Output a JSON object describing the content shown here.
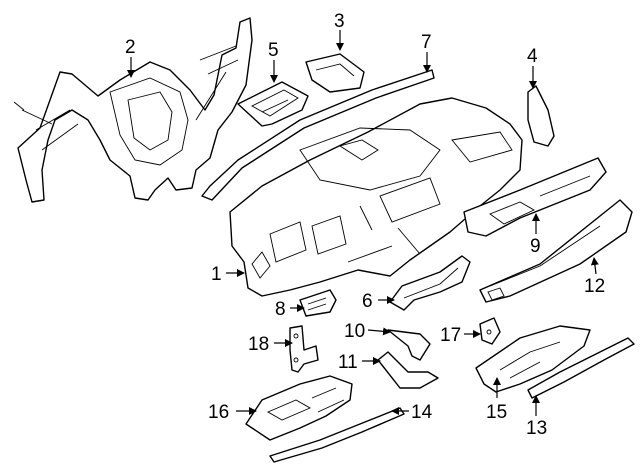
{
  "diagram": {
    "line_color": "#000000",
    "background": "#ffffff",
    "callouts": [
      {
        "id": "c1",
        "text": "1"
      },
      {
        "id": "c2",
        "text": "2"
      },
      {
        "id": "c3",
        "text": "3"
      },
      {
        "id": "c4",
        "text": "4"
      },
      {
        "id": "c5",
        "text": "5"
      },
      {
        "id": "c6",
        "text": "6"
      },
      {
        "id": "c7",
        "text": "7"
      },
      {
        "id": "c8",
        "text": "8"
      },
      {
        "id": "c9",
        "text": "9"
      },
      {
        "id": "c10",
        "text": "10"
      },
      {
        "id": "c11",
        "text": "11"
      },
      {
        "id": "c12",
        "text": "12"
      },
      {
        "id": "c13",
        "text": "13"
      },
      {
        "id": "c14",
        "text": "14"
      },
      {
        "id": "c15",
        "text": "15"
      },
      {
        "id": "c16",
        "text": "16"
      },
      {
        "id": "c17",
        "text": "17"
      },
      {
        "id": "c18",
        "text": "18"
      }
    ]
  }
}
